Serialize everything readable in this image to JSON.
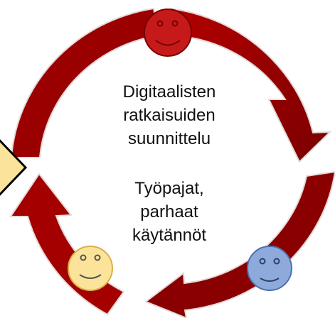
{
  "diagram": {
    "center_title_lines": [
      "Digitaalisten",
      "ratkaisuiden",
      "suunnittelu"
    ],
    "center_subtitle_lines": [
      "Työpajat,",
      "parhaat",
      "käytännöt"
    ],
    "colors": {
      "arrow_fill": "#a10000",
      "arrow_dark": "#780000",
      "face_red": "#c61a1a",
      "face_yellow": "#fbe39a",
      "face_blue": "#8eaadc",
      "diamond_fill": "#fbe39a",
      "outline": "#000000"
    },
    "icons": [
      "smiley-face-red-icon",
      "smiley-face-yellow-icon",
      "smiley-face-blue-icon",
      "diamond-shape"
    ]
  }
}
